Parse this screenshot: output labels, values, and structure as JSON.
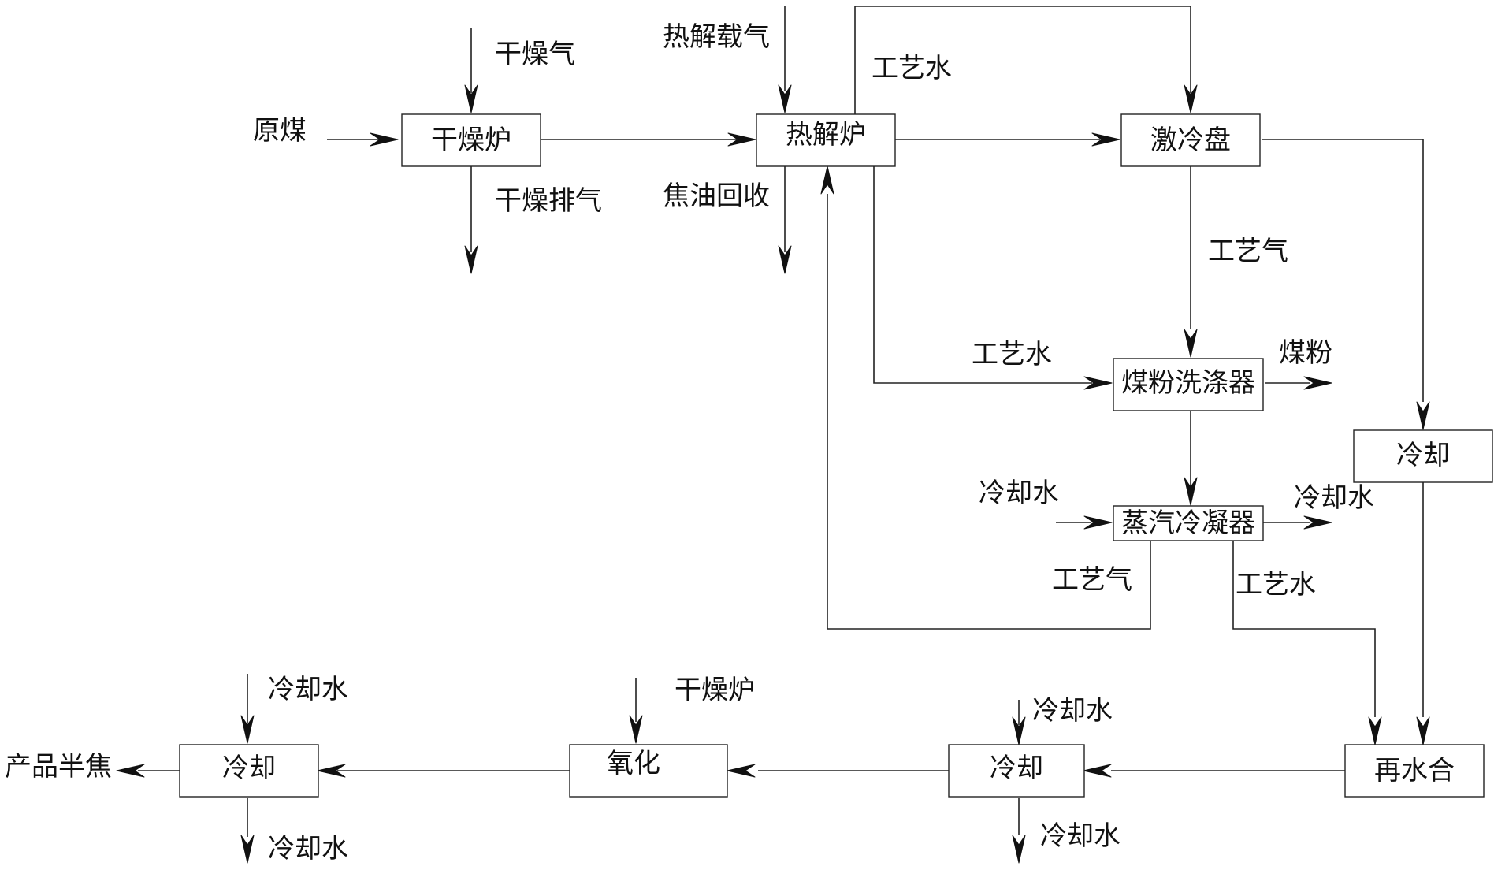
{
  "boxes": {
    "dryer": "干燥炉",
    "pyrolysis": "热解炉",
    "quench": "激冷盘",
    "scrubber": "煤粉洗涤器",
    "condenser": "蒸汽冷凝器",
    "cool_right": "冷却",
    "rehydrate": "再水合",
    "cool_mid": "冷却",
    "oxidation": "氧化",
    "cool_final": "冷却"
  },
  "labels": {
    "raw_coal": "原煤",
    "drying_gas": "干燥气",
    "drying_exhaust": "干燥排气",
    "pyrolysis_carrier": "热解载气",
    "tar_recovery": "焦油回收",
    "process_water_top": "工艺水",
    "process_gas_top": "工艺气",
    "process_water_scrub": "工艺水",
    "coal_fines": "煤粉",
    "cooling_water_cond_in": "冷却水",
    "cooling_water_cond_out": "冷却水",
    "process_gas_return": "工艺气",
    "process_water_cond": "工艺水",
    "cooling_water_cool_mid_in": "冷却水",
    "cooling_water_cool_mid_out": "冷却水",
    "dryer_furnace_oxid": "干燥炉",
    "cooling_water_final_in": "冷却水",
    "cooling_water_final_out": "冷却水",
    "product_semicoke": "产品半焦"
  }
}
